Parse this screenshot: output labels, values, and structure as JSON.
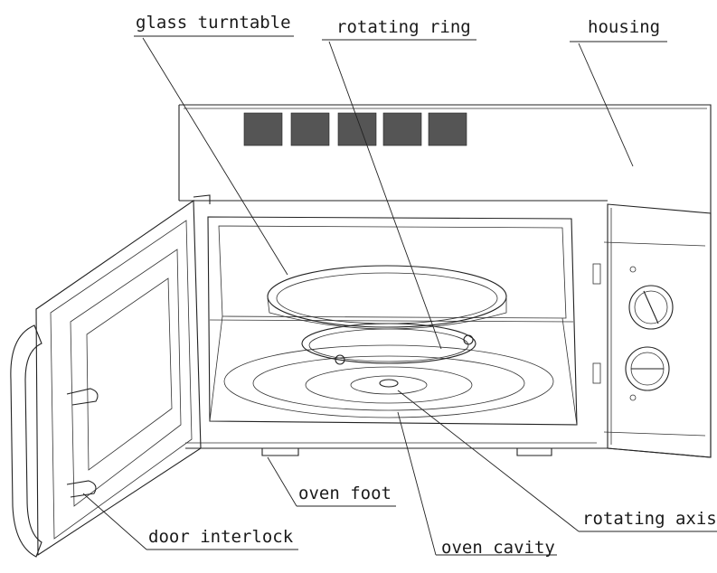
{
  "diagram": {
    "labels": {
      "glass_turntable": "glass turntable",
      "rotating_ring": "rotating ring",
      "housing": "housing",
      "oven_foot": "oven foot",
      "rotating_axis": "rotating axis",
      "door_interlock": "door interlock",
      "oven_cavity": "oven cavity"
    }
  },
  "colors": {
    "line": "#222222",
    "background": "#ffffff"
  }
}
